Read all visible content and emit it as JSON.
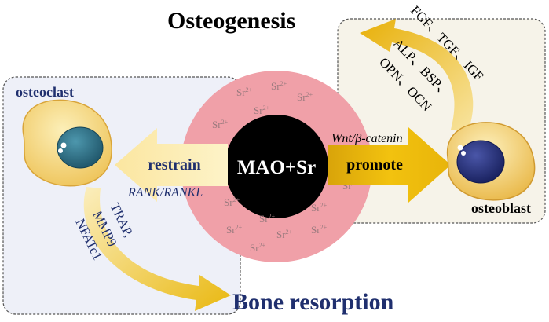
{
  "title_top": "Osteogenesis",
  "title_bottom": "Bone resorption",
  "center_label": "MAO+Sr",
  "ion_label": "Sr",
  "ion_charge": "2+",
  "left_panel": {
    "cell_label": "osteoclast",
    "arrow_label": "restrain",
    "pathway": "RANK/RANKL",
    "markers": [
      "TRAP,",
      "MMP9",
      "NFATc1"
    ]
  },
  "right_panel": {
    "cell_label": "osteoblast",
    "arrow_label": "promote",
    "pathway_prefix": "Wnt/",
    "pathway_beta": "β",
    "pathway_suffix": "-catenin",
    "factors": [
      "FGF、TGF、IGF",
      "ALP、BSP、",
      "OPN、OCN"
    ]
  },
  "colors": {
    "left_panel_fill": "#eef0f8",
    "right_panel_fill": "#f6f3e9",
    "panel_border": "#555555",
    "ring": "#f0a0a8",
    "center": "#000000",
    "arrow_gold": "#f2c20f",
    "arrow_pale": "#fbeaa8",
    "cell_body": "#f7dc8f",
    "osteoclast_nucleus": "#2d6f86",
    "osteoblast_nucleus": "#27317e",
    "title_navy": "#1f2f6e",
    "ion_text": "#9a7a7e"
  }
}
